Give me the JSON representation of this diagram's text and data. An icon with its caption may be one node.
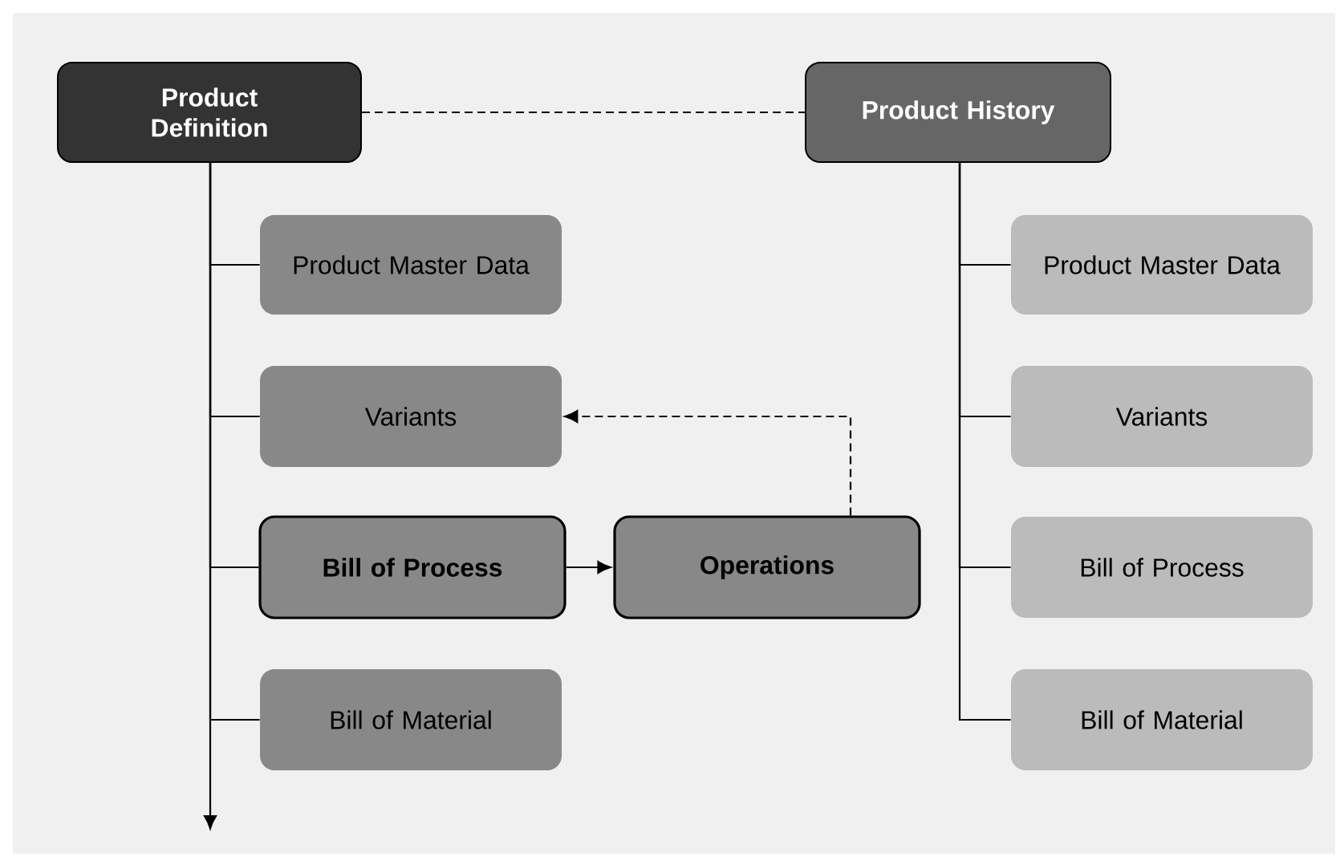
{
  "diagram": {
    "nodes": [
      {
        "text": [
          "Product Definition"
        ]
      },
      {
        "text": [
          "Product Master Data"
        ]
      },
      {
        "text": [
          "Variants"
        ]
      },
      {
        "text": [
          "Bill of Process"
        ]
      },
      {
        "text": [
          "Operations"
        ]
      },
      {
        "text": [
          "Bill of Material"
        ]
      },
      {
        "text": [
          "Product History"
        ]
      },
      {
        "text": [
          "Product Master Data"
        ]
      },
      {
        "text": [
          "Variants"
        ]
      },
      {
        "text": [
          "Bill of Process"
        ]
      },
      {
        "text": [
          "Bill of Material"
        ]
      }
    ],
    "edges": [
      {
        "from": 0,
        "to": 6,
        "arrow": "none",
        "style": "dashed"
      },
      {
        "from": 0,
        "to": null,
        "arrow": "to"
      },
      {
        "from": 0,
        "to": 1,
        "arrow": "none"
      },
      {
        "from": 0,
        "to": 2,
        "arrow": "none"
      },
      {
        "from": 0,
        "to": 3,
        "arrow": "none"
      },
      {
        "from": 0,
        "to": 5,
        "arrow": "none"
      },
      {
        "from": 3,
        "to": 4,
        "arrow": "to"
      },
      {
        "from": 4,
        "to": 2,
        "arrow": "to",
        "style": "dashed"
      },
      {
        "from": 6,
        "to": 7,
        "arrow": "none"
      },
      {
        "from": 6,
        "to": 8,
        "arrow": "none"
      },
      {
        "from": 6,
        "to": 9,
        "arrow": "none"
      },
      {
        "from": 6,
        "to": 10,
        "arrow": "none"
      }
    ]
  }
}
